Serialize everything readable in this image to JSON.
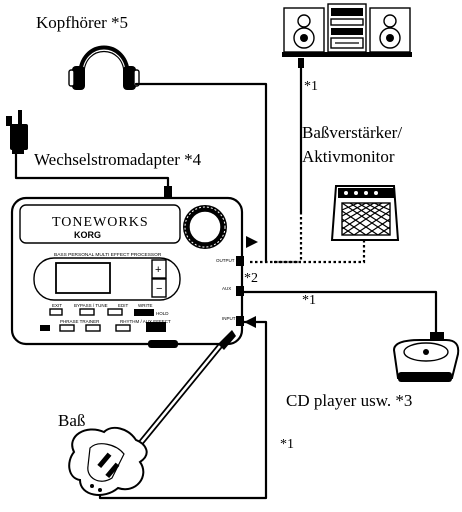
{
  "labels": {
    "headphones": "Kopfhörer *5",
    "adapter": "Wechselstromadapter *4",
    "bass_amp_line1": "Baßverstärker/",
    "bass_amp_line2": "Aktivmonitor",
    "cd_player": "CD player usw. *3",
    "bass": "Baß",
    "note_stereo": "*1",
    "note_output": "*2",
    "note_aux": "*1",
    "note_input": "*1"
  },
  "device": {
    "brand_line1": "TONEWORKS",
    "brand_line2": "KORG",
    "subtitle": "BASS PERSONAL MULTI EFFECT PROCESSOR",
    "jack_output": "OUTPUT",
    "jack_aux": "AUX",
    "jack_input": "INPUT",
    "btn_exit": "EXIT",
    "btn_bypass": "BYPASS / TUNE",
    "btn_edit": "EDIT",
    "btn_write": "WRITE",
    "btn_hold": "HOLD",
    "btn_phrase": "PHRASE TRAINER",
    "btn_rhythm": "RHYTHM / AUX EFFECT",
    "btn_plus": "+",
    "btn_minus": "−"
  }
}
